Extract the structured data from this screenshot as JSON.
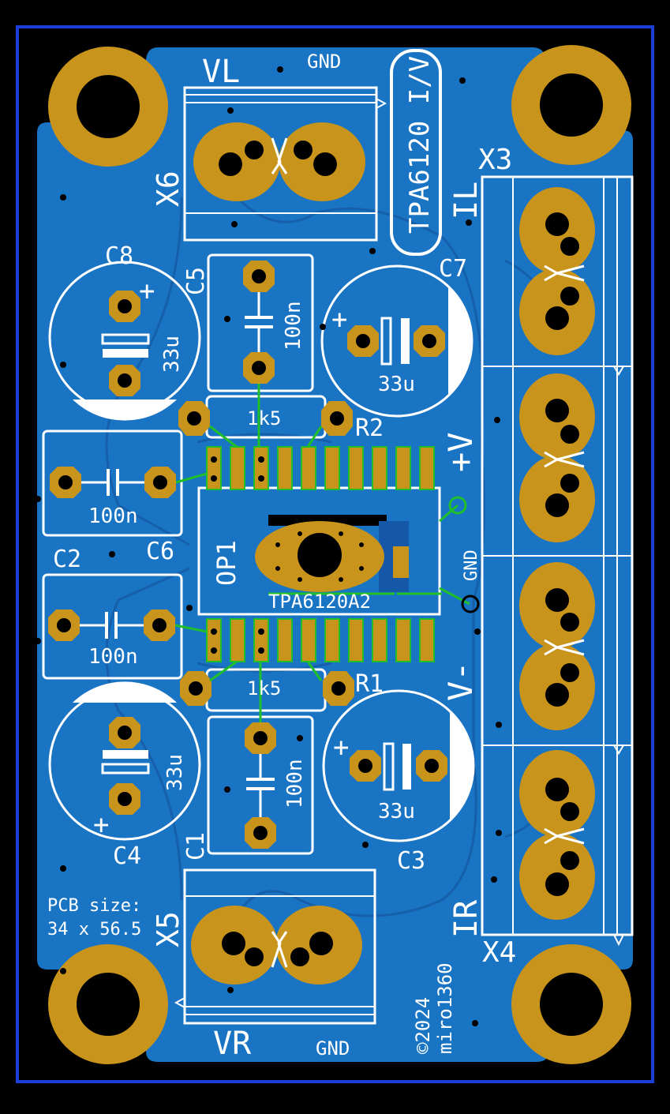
{
  "colors": {
    "background": "#000000",
    "outline": "#1c3fd6",
    "copper_pour": "#1a74c4",
    "copper_trace": "#1558a8",
    "pad": "#c9941b",
    "pad_smd_border": "#1fbf2a",
    "silkscreen": "#ffffff",
    "drill": "#000000"
  },
  "labels": {
    "vl": "VL",
    "vr": "VR",
    "gnd_top": "GND",
    "gnd_bottom": "GND",
    "gnd_side": "GND",
    "title": "TPA6120 I/V",
    "il": "IL",
    "ir": "IR",
    "x3": "X3",
    "x4": "X4",
    "x5": "X5",
    "x6": "X6",
    "c1": "C1",
    "c2": "C2",
    "c3": "C3",
    "c4": "C4",
    "c5": "C5",
    "c6": "C6",
    "c7": "C7",
    "c8": "C8",
    "r1": "R1",
    "r2": "R2",
    "op1": "OP1",
    "ic_value": "TPA6120A2",
    "v_plus": "+V",
    "v_minus": "V-",
    "cap_100n_c1": "100n",
    "cap_100n_c2": "100n",
    "cap_100n_c5": "100n",
    "cap_100n_c6": "100n",
    "cap_33u_c3": "33u",
    "cap_33u_c4": "33u",
    "cap_33u_c7": "33u",
    "cap_33u_c8": "33u",
    "res_1k5_r1": "1k5",
    "res_1k5_r2": "1k5",
    "plus_c3": "+",
    "plus_c4": "+",
    "plus_c7": "+",
    "plus_c8": "+",
    "pcb_size_line1": "PCB size:",
    "pcb_size_line2": "34 x 56.5",
    "copyright": "©2024",
    "author": "miro1360"
  }
}
